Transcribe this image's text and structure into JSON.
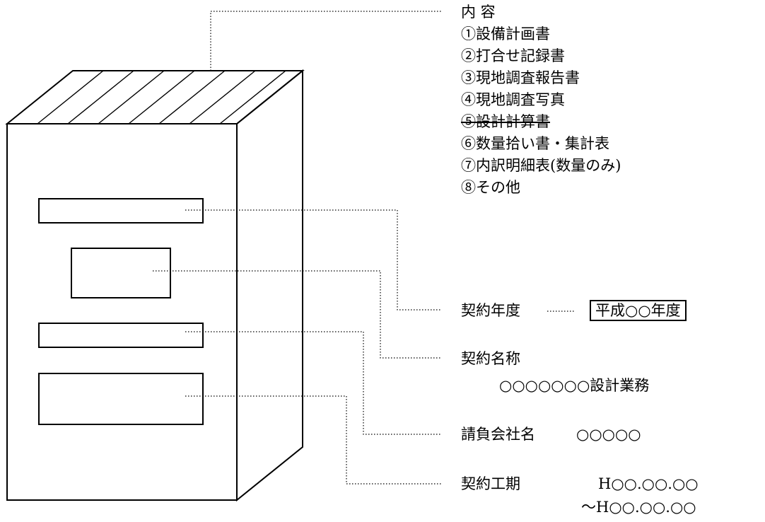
{
  "contents": {
    "heading": "内 容",
    "items": [
      "①設備計画書",
      "②打合せ記録書",
      "③現地調査報告書",
      "④現地調査写真",
      "⑤設計計算書",
      "⑥数量拾い書・集計表",
      "⑦内訳明細表(数量のみ)",
      "⑧その他"
    ],
    "struck_item_index": 4
  },
  "contract_year": {
    "label": "契約年度",
    "value": "平成○○年度"
  },
  "contract_name": {
    "label": "契約名称",
    "value": "○○○○○○○設計業務"
  },
  "contractor": {
    "label": "請負会社名",
    "value": "○○○○○"
  },
  "contract_period": {
    "label": "契約工期",
    "start": "H○○.○○.○○",
    "end": "～H○○.○○.○○"
  }
}
